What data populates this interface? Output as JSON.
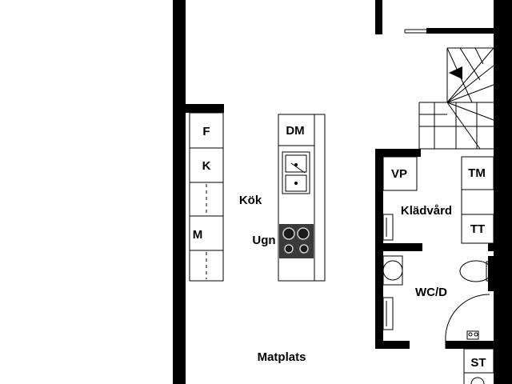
{
  "plan": {
    "colors": {
      "wall": "#000000",
      "line": "#000000",
      "background": "#ffffff",
      "hob": "#3a3a3a",
      "ring": "#cfcfcf"
    },
    "rooms": {
      "kitchen": "Kök",
      "dining": "Matplats",
      "laundry": "Klädvård",
      "bathroom": "WC/D"
    },
    "appliances": {
      "freezer": "F",
      "fridge": "K",
      "microwave": "M",
      "dishwasher": "DM",
      "oven": "Ugn",
      "washer": "TM",
      "dryer": "TT",
      "water_heater": "VP",
      "storage": "ST"
    }
  }
}
